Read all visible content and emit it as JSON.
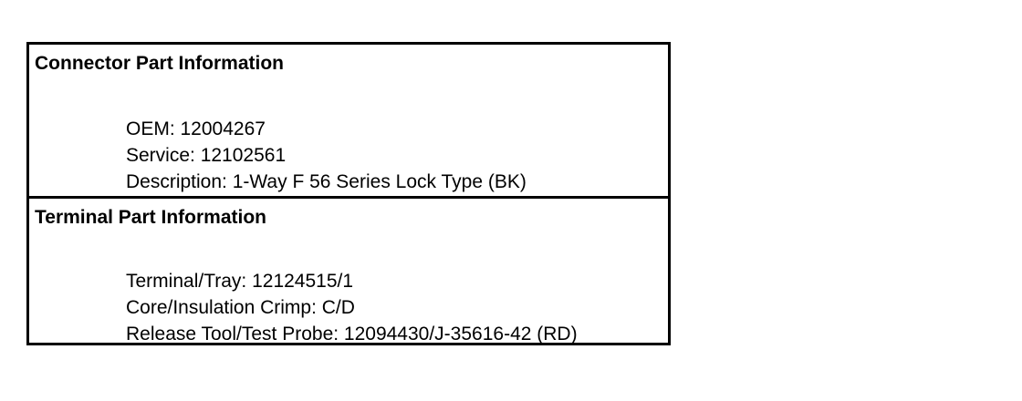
{
  "connector": {
    "title": "Connector Part Information",
    "lines": [
      "OEM: 12004267",
      "Service: 12102561",
      "Description: 1-Way F 56 Series Lock Type (BK)"
    ]
  },
  "terminal": {
    "title": "Terminal Part Information",
    "lines": [
      "Terminal/Tray: 12124515/1",
      "Core/Insulation Crimp: C/D",
      "Release Tool/Test Probe: 12094430/J-35616-42 (RD)"
    ]
  }
}
